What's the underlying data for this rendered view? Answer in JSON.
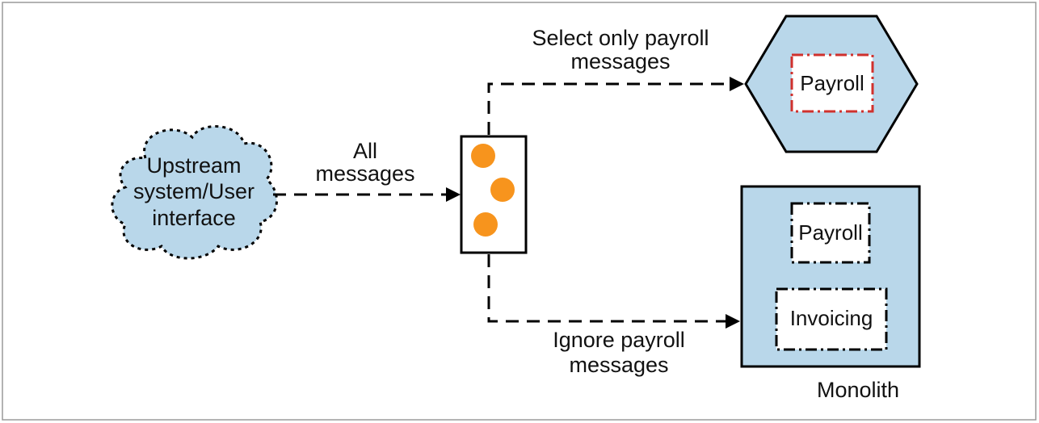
{
  "source": {
    "label_line1": "Upstream",
    "label_line2": "system/User",
    "label_line3": "interface"
  },
  "edges": {
    "all_messages_line1": "All",
    "all_messages_line2": "messages",
    "select_payroll_line1": "Select only payroll",
    "select_payroll_line2": "messages",
    "ignore_payroll_line1": "Ignore payroll",
    "ignore_payroll_line2": "messages"
  },
  "queue": {
    "message_count": 3
  },
  "microservice": {
    "inner_label": "Payroll"
  },
  "monolith": {
    "caption": "Monolith",
    "module_payroll": "Payroll",
    "module_invoicing": "Invoicing"
  },
  "colors": {
    "fill_blue": "#b9d7ea",
    "message_orange": "#f7941d",
    "highlight_red": "#d0312d",
    "stroke": "#000000"
  }
}
